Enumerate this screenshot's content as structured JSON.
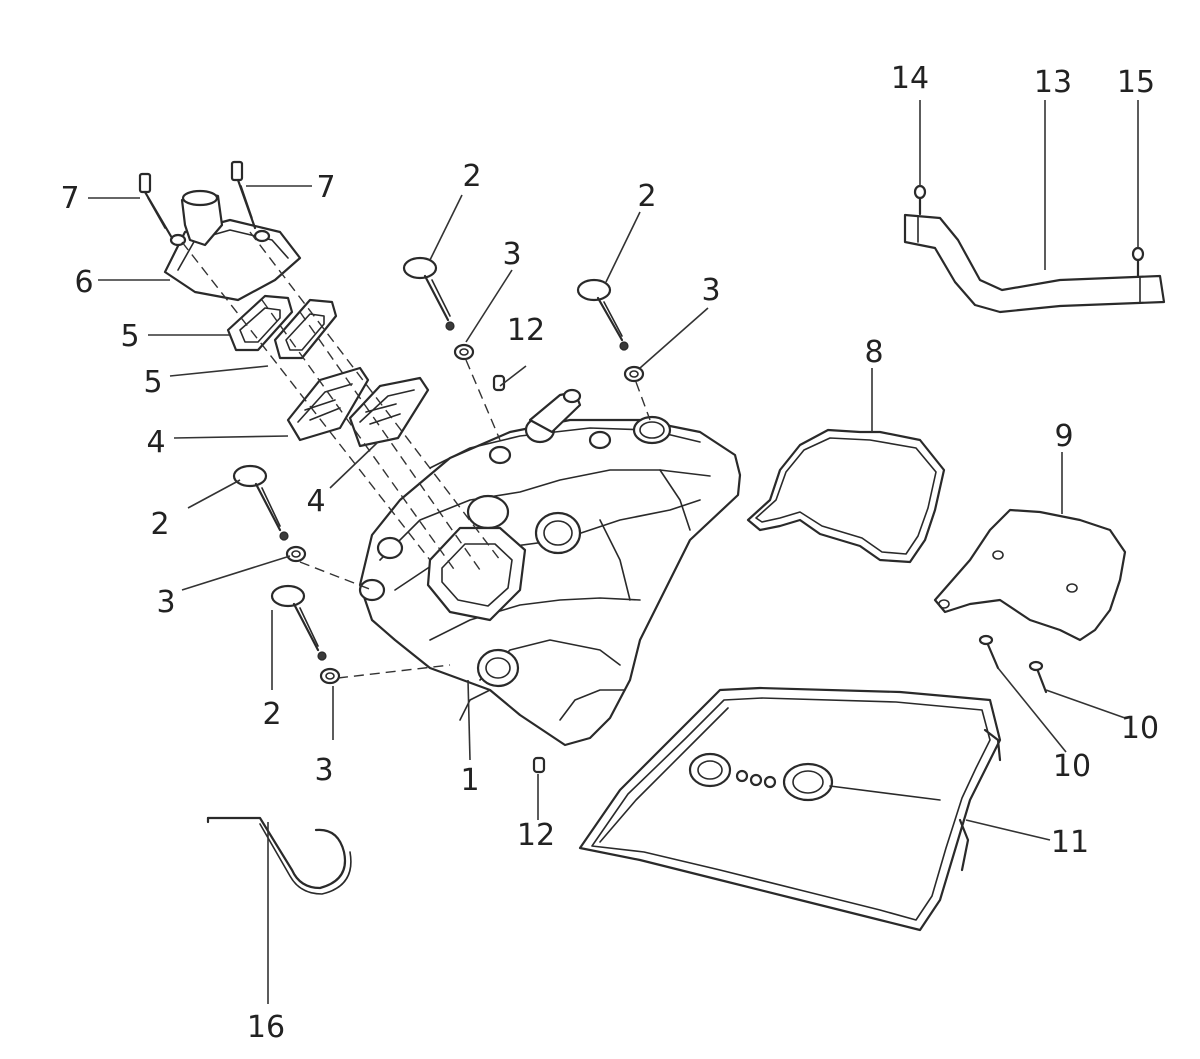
{
  "diagram": {
    "parts": [
      {
        "id": "cylinder-head-cover",
        "number": "1"
      },
      {
        "id": "bolt",
        "number": "2"
      },
      {
        "id": "washer",
        "number": "3"
      },
      {
        "id": "reed-valve",
        "number": "4"
      },
      {
        "id": "reed-gasket",
        "number": "5"
      },
      {
        "id": "breather-cover",
        "number": "6"
      },
      {
        "id": "stud-bolt",
        "number": "7"
      },
      {
        "id": "gasket",
        "number": "8"
      },
      {
        "id": "baffle-plate",
        "number": "9"
      },
      {
        "id": "screw",
        "number": "10"
      },
      {
        "id": "cover-gasket",
        "number": "11"
      },
      {
        "id": "dowel-pin",
        "number": "12"
      },
      {
        "id": "breather-hose",
        "number": "13"
      },
      {
        "id": "hose-clamp-left",
        "number": "14"
      },
      {
        "id": "hose-clamp-right",
        "number": "15"
      },
      {
        "id": "hose-clip",
        "number": "16"
      }
    ]
  }
}
